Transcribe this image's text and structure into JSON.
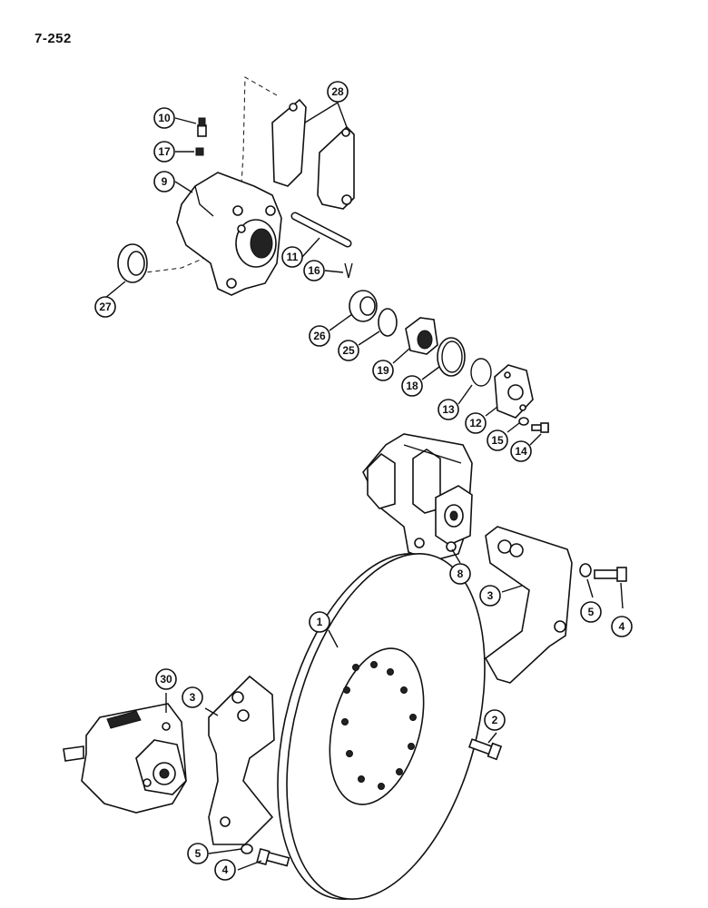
{
  "page": {
    "number": "7-252"
  },
  "callouts": [
    "28",
    "10",
    "17",
    "9",
    "11",
    "16",
    "27",
    "26",
    "25",
    "19",
    "18",
    "13",
    "12",
    "15",
    "14",
    "8",
    "3",
    "5",
    "4",
    "1",
    "30",
    "2"
  ],
  "colors": {
    "line": "#111111",
    "fill": "#ffffff",
    "shade": "#2a2a2a"
  }
}
